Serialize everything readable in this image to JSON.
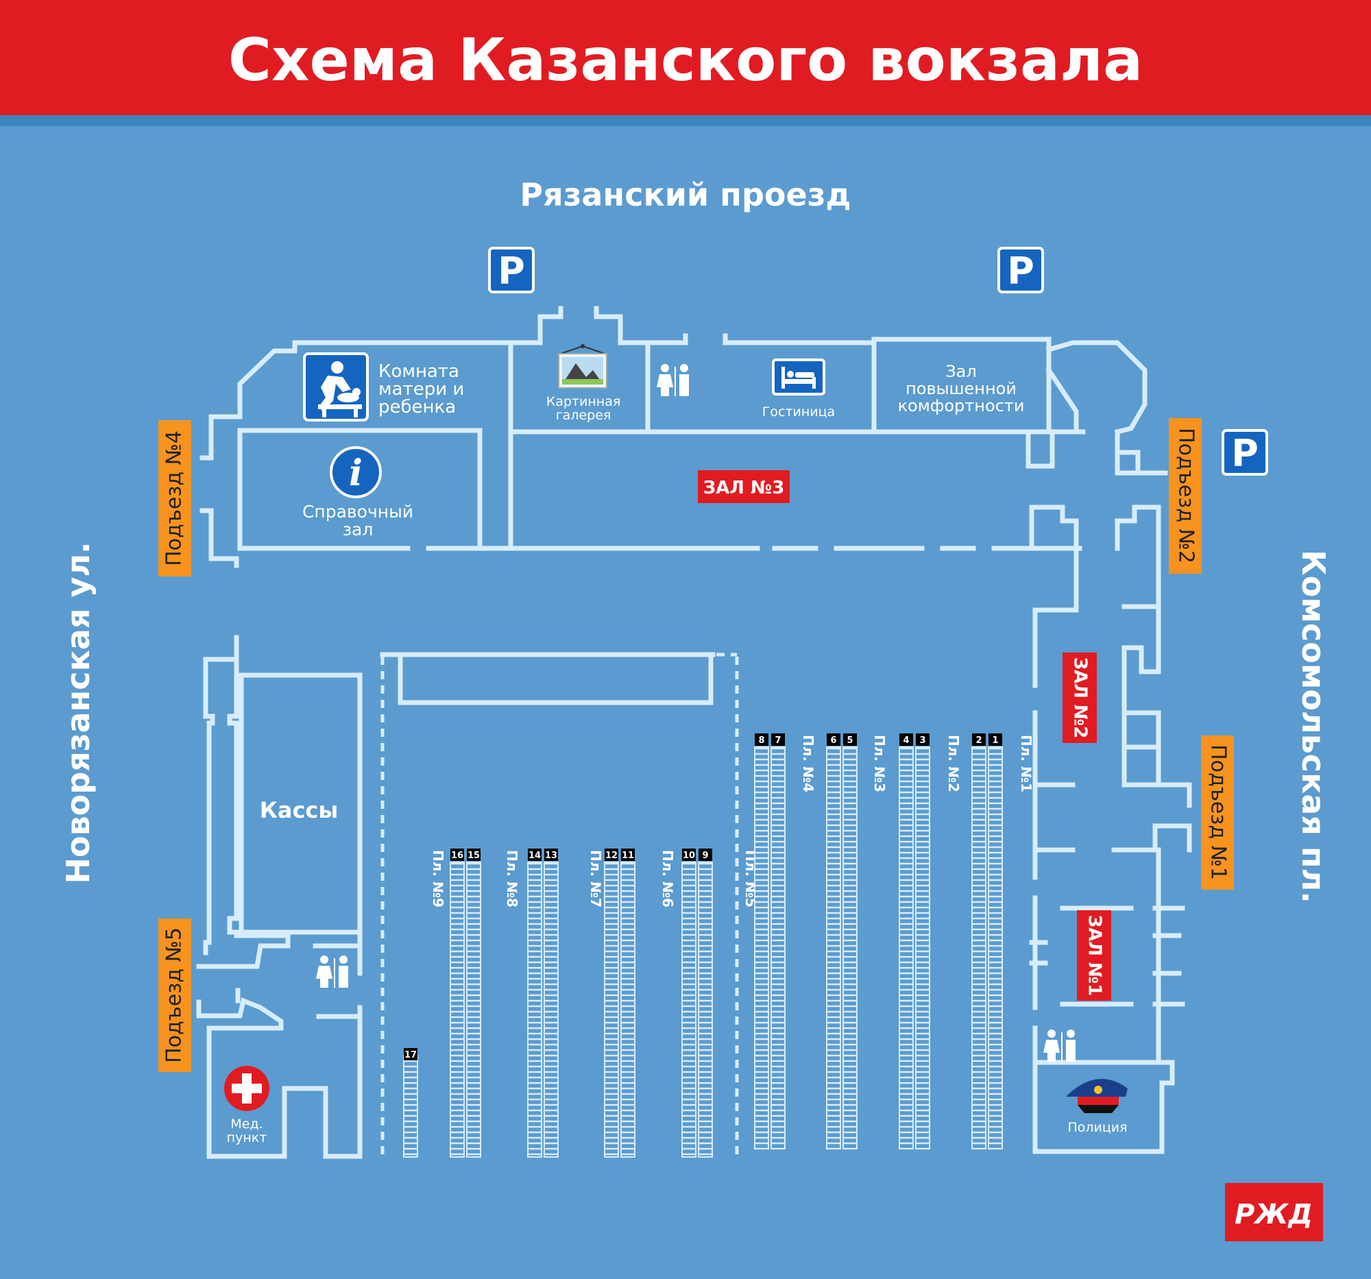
{
  "title": "Схема Казанского вокзала",
  "streets": {
    "north": "Рязанский проезд",
    "west": "Новорязанская ул.",
    "east": "Комсомольская пл."
  },
  "entrances": {
    "e4": "Подъезд №4",
    "e5": "Подъезд №5",
    "e2": "Подъезд №2",
    "e1": "Подъезд №1"
  },
  "halls": {
    "hall3": "ЗАЛ №3",
    "hall2": "ЗАЛ №2",
    "hall1": "ЗАЛ №1"
  },
  "rooms": {
    "mother_child": [
      "Комната",
      "матери и",
      "ребенка"
    ],
    "gallery": [
      "Картинная",
      "галерея"
    ],
    "hotel": "Гостиница",
    "comfort_hall": [
      "Зал",
      "повышенной",
      "комфортности"
    ],
    "info_hall": [
      "Справочный",
      "зал"
    ],
    "cashier": "Кассы",
    "medical": [
      "Мед.",
      "пункт"
    ],
    "police": "Полиция"
  },
  "parking_letter": "P",
  "platforms": [
    {
      "label": "Пл. №9",
      "tracks": [
        "16",
        "15"
      ]
    },
    {
      "label": "Пл. №8",
      "tracks": [
        "14",
        "13"
      ]
    },
    {
      "label": "Пл. №7",
      "tracks": [
        "12",
        "11"
      ]
    },
    {
      "label": "Пл. №6",
      "tracks": [
        "10",
        "9"
      ]
    },
    {
      "label": "Пл. №5",
      "tracks": []
    },
    {
      "label": "Пл. №4",
      "tracks": [
        "8",
        "7"
      ]
    },
    {
      "label": "Пл. №3",
      "tracks": [
        "6",
        "5"
      ]
    },
    {
      "label": "Пл. №2",
      "tracks": [
        "4",
        "3"
      ]
    },
    {
      "label": "Пл. №1",
      "tracks": [
        "2",
        "1"
      ]
    }
  ],
  "track17": "17",
  "info_letter": "i",
  "logo_text": "РЖД",
  "icons": {
    "parking": "parking-icon",
    "baby_change": "baby-changing-icon",
    "gallery": "picture-icon",
    "hotel": "bed-icon",
    "info": "info-icon",
    "medical": "medical-cross-icon",
    "police": "police-cap-icon",
    "restroom": "restroom-icon"
  },
  "colors": {
    "header": "#e11b22",
    "background": "#5b9bcf",
    "entrance": "#f7931e",
    "icon_blue": "#1565c0",
    "wall": "#d7ecfb"
  }
}
